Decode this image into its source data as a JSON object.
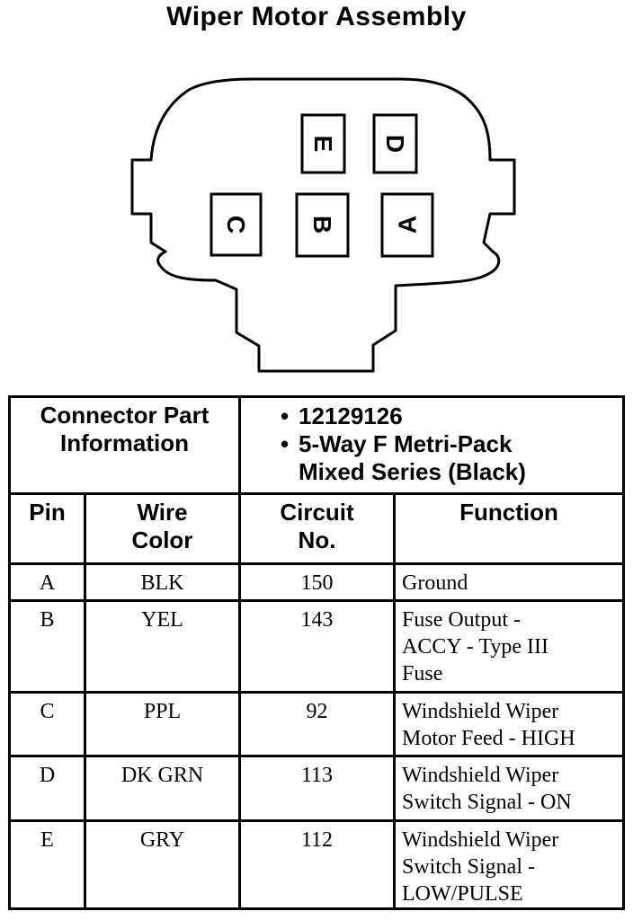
{
  "title": "Wiper Motor Assembly",
  "connector": {
    "pins": [
      {
        "label": "E",
        "rotation": "90"
      },
      {
        "label": "D",
        "rotation": "90"
      },
      {
        "label": "C",
        "rotation": "90"
      },
      {
        "label": "B",
        "rotation": "90"
      },
      {
        "label": "A",
        "rotation": "-90"
      }
    ]
  },
  "table": {
    "info_label": "Connector Part Information",
    "info_label_lines": [
      "Connector Part",
      "Information"
    ],
    "info_items": [
      "12129126",
      "5-Way F Metri-Pack",
      "Mixed Series (Black)"
    ],
    "bullet": "•",
    "headers": {
      "pin": "Pin",
      "wire_color": [
        "Wire",
        "Color"
      ],
      "circuit": [
        "Circuit",
        "No."
      ],
      "function": "Function"
    },
    "rows": [
      {
        "pin": "A",
        "color": "BLK",
        "circuit": "150",
        "function": [
          "Ground"
        ]
      },
      {
        "pin": "B",
        "color": "YEL",
        "circuit": "143",
        "function": [
          "Fuse Output -",
          "ACCY - Type III",
          "Fuse"
        ]
      },
      {
        "pin": "C",
        "color": "PPL",
        "circuit": "92",
        "function": [
          "Windshield Wiper",
          "Motor Feed - HIGH"
        ]
      },
      {
        "pin": "D",
        "color": "DK GRN",
        "circuit": "113",
        "function": [
          "Windshield Wiper",
          "Switch Signal - ON"
        ]
      },
      {
        "pin": "E",
        "color": "GRY",
        "circuit": "112",
        "function": [
          "Windshield Wiper",
          "Switch Signal -",
          "LOW/PULSE"
        ]
      }
    ]
  }
}
